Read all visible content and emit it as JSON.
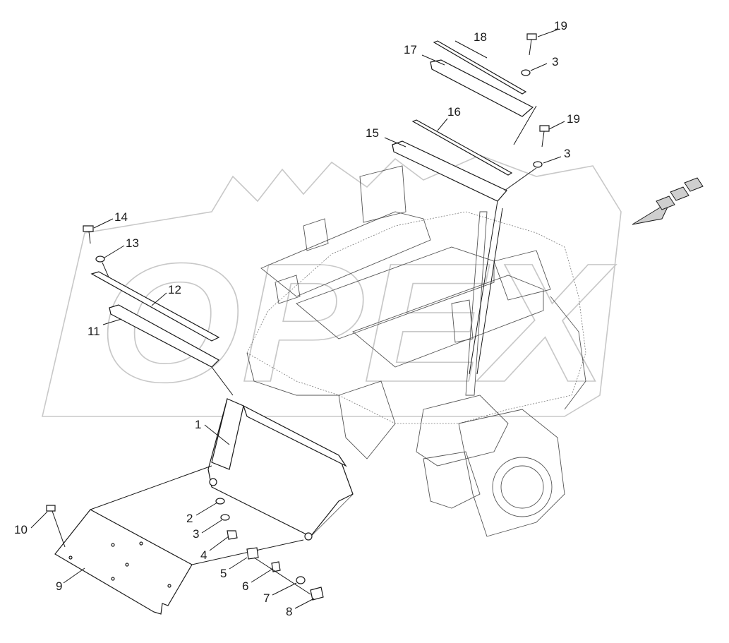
{
  "watermark": {
    "text": "OPEX"
  },
  "callouts": [
    {
      "id": "c1",
      "text": "1"
    },
    {
      "id": "c2",
      "text": "2"
    },
    {
      "id": "c3a",
      "text": "3"
    },
    {
      "id": "c3b",
      "text": "3"
    },
    {
      "id": "c3c",
      "text": "3"
    },
    {
      "id": "c4",
      "text": "4"
    },
    {
      "id": "c5",
      "text": "5"
    },
    {
      "id": "c6",
      "text": "6"
    },
    {
      "id": "c7",
      "text": "7"
    },
    {
      "id": "c8",
      "text": "8"
    },
    {
      "id": "c9",
      "text": "9"
    },
    {
      "id": "c10",
      "text": "10"
    },
    {
      "id": "c11",
      "text": "11"
    },
    {
      "id": "c12",
      "text": "12"
    },
    {
      "id": "c13",
      "text": "13"
    },
    {
      "id": "c14",
      "text": "14"
    },
    {
      "id": "c15",
      "text": "15"
    },
    {
      "id": "c16",
      "text": "16"
    },
    {
      "id": "c17",
      "text": "17"
    },
    {
      "id": "c18",
      "text": "18"
    },
    {
      "id": "c19a",
      "text": "19"
    },
    {
      "id": "c19b",
      "text": "19"
    }
  ],
  "icons": {
    "direction_arrow": "front-direction-arrow-icon",
    "watermark_gear": "gear-watermark-icon"
  },
  "colors": {
    "line": "#1a1a1a",
    "watermark": "#c8c8c8",
    "hatch": "#cfcfcf"
  }
}
